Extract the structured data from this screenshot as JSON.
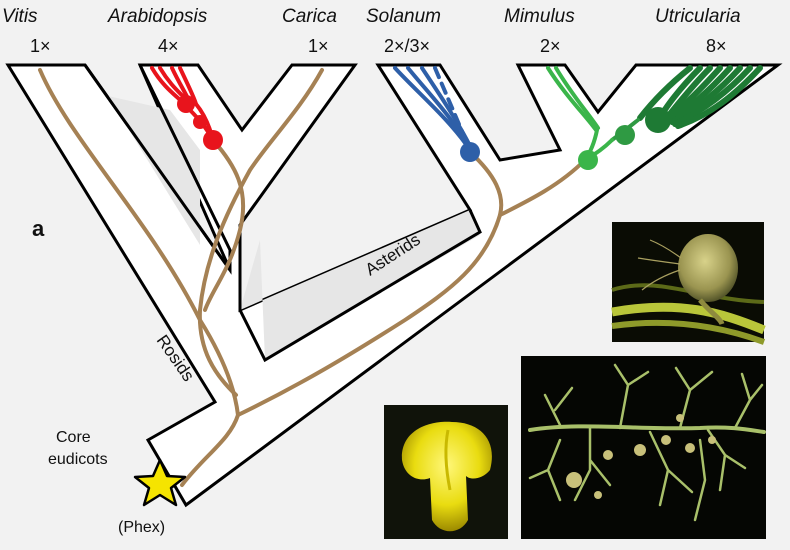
{
  "panel_label": "a",
  "taxa": [
    {
      "name": "Vitis",
      "ploidy": "1×",
      "color": "#8b6a3e"
    },
    {
      "name": "Arabidopsis",
      "ploidy": "4×",
      "color": "#e8141c"
    },
    {
      "name": "Carica",
      "ploidy": "1×",
      "color": "#8b6a3e"
    },
    {
      "name": "Solanum",
      "ploidy": "2×/3×",
      "color": "#2e5fa8"
    },
    {
      "name": "Mimulus",
      "ploidy": "2×",
      "color": "#3ab54a"
    },
    {
      "name": "Utricularia",
      "ploidy": "8×",
      "color": "#1e7a34"
    }
  ],
  "clades": {
    "rosids": "Rosids",
    "asterids": "Asterids"
  },
  "root": {
    "label_line1": "Core",
    "label_line2": "eudicots",
    "event": "(Phex)"
  },
  "colors": {
    "tree_outline": "#000000",
    "lineage": "#a58154",
    "star": "#f5e400",
    "background": "#f2f2f2"
  },
  "photos": [
    "utricularia-bladder-trap-photo",
    "utricularia-flower-photo",
    "utricularia-plant-photo"
  ]
}
